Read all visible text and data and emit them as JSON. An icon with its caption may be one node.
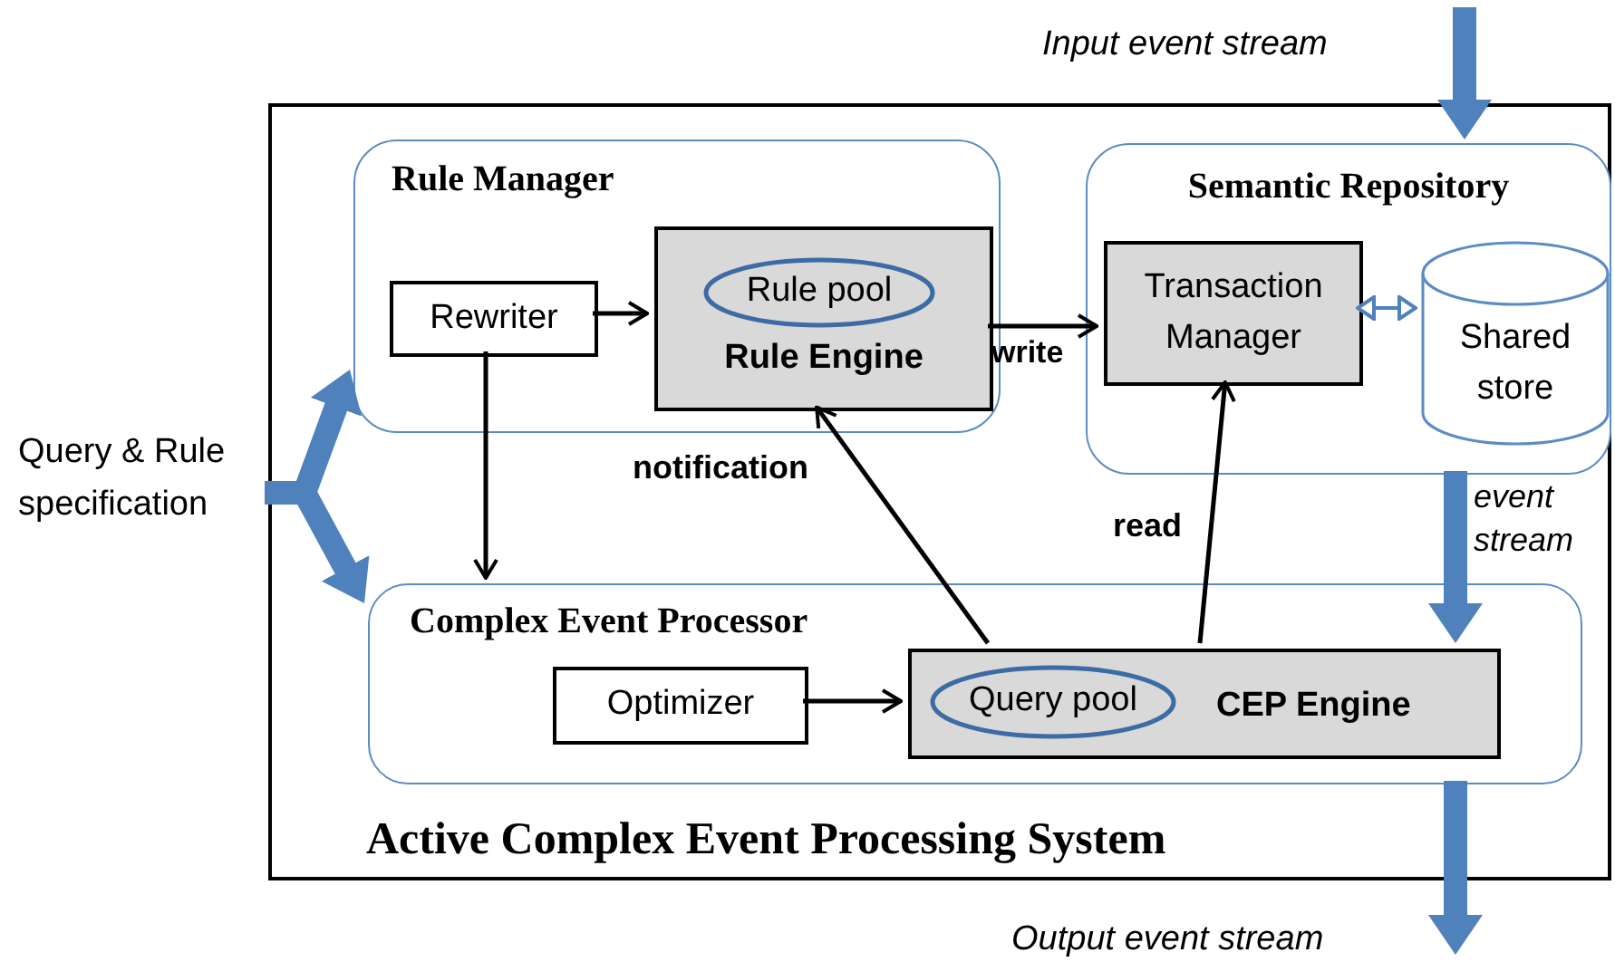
{
  "diagram": {
    "nodes": [
      {
        "text": [
          "Active Complex Event Processing System"
        ]
      },
      {
        "text": [
          "Rule Manager"
        ],
        "in": 0
      },
      {
        "text": [
          "Rewriter"
        ],
        "in": 1
      },
      {
        "text": [
          "Rule Engine"
        ],
        "in": 1
      },
      {
        "text": [
          "Rule pool"
        ],
        "in": 3
      },
      {
        "text": [
          "Semantic Repository"
        ],
        "in": 0
      },
      {
        "text": [
          "Transaction Manager"
        ],
        "in": 5
      },
      {
        "text": [
          "Shared store"
        ],
        "in": 5
      },
      {
        "text": [
          "Complex Event Processor"
        ],
        "in": 0
      },
      {
        "text": [
          "Optimizer"
        ],
        "in": 8
      },
      {
        "text": [
          "CEP Engine"
        ],
        "in": 8
      },
      {
        "text": [
          "Query pool"
        ],
        "in": 10
      },
      {
        "text": [
          "Query & Rule specification"
        ]
      }
    ],
    "edges": [
      {
        "from": 2,
        "to": 3,
        "arrow": "to"
      },
      {
        "from": 3,
        "to": 6,
        "arrow": "to",
        "label": "write"
      },
      {
        "from": 6,
        "to": 7,
        "arrow": "both",
        "color": "#4f81bd"
      },
      {
        "from": 2,
        "to": 8,
        "arrow": "to"
      },
      {
        "from": 10,
        "to": 3,
        "arrow": "to",
        "label": "notification"
      },
      {
        "from": 10,
        "to": 6,
        "arrow": "to",
        "label": "read"
      },
      {
        "from": 9,
        "to": 10,
        "arrow": "to"
      },
      {
        "from": 12,
        "to": 1,
        "arrow": "to",
        "style": "thick",
        "color": "#4f81bd"
      },
      {
        "from": 12,
        "to": 8,
        "arrow": "to",
        "style": "thick",
        "color": "#4f81bd"
      },
      {
        "from": null,
        "to": 5,
        "arrow": "to",
        "style": "thick",
        "color": "#4f81bd",
        "label": "Input event stream"
      },
      {
        "from": 5,
        "to": 10,
        "arrow": "to",
        "style": "thick",
        "color": "#4f81bd",
        "label": "event stream"
      },
      {
        "from": 8,
        "to": null,
        "arrow": "to",
        "style": "thick",
        "color": "#4f81bd",
        "label": "Output event stream"
      }
    ]
  }
}
